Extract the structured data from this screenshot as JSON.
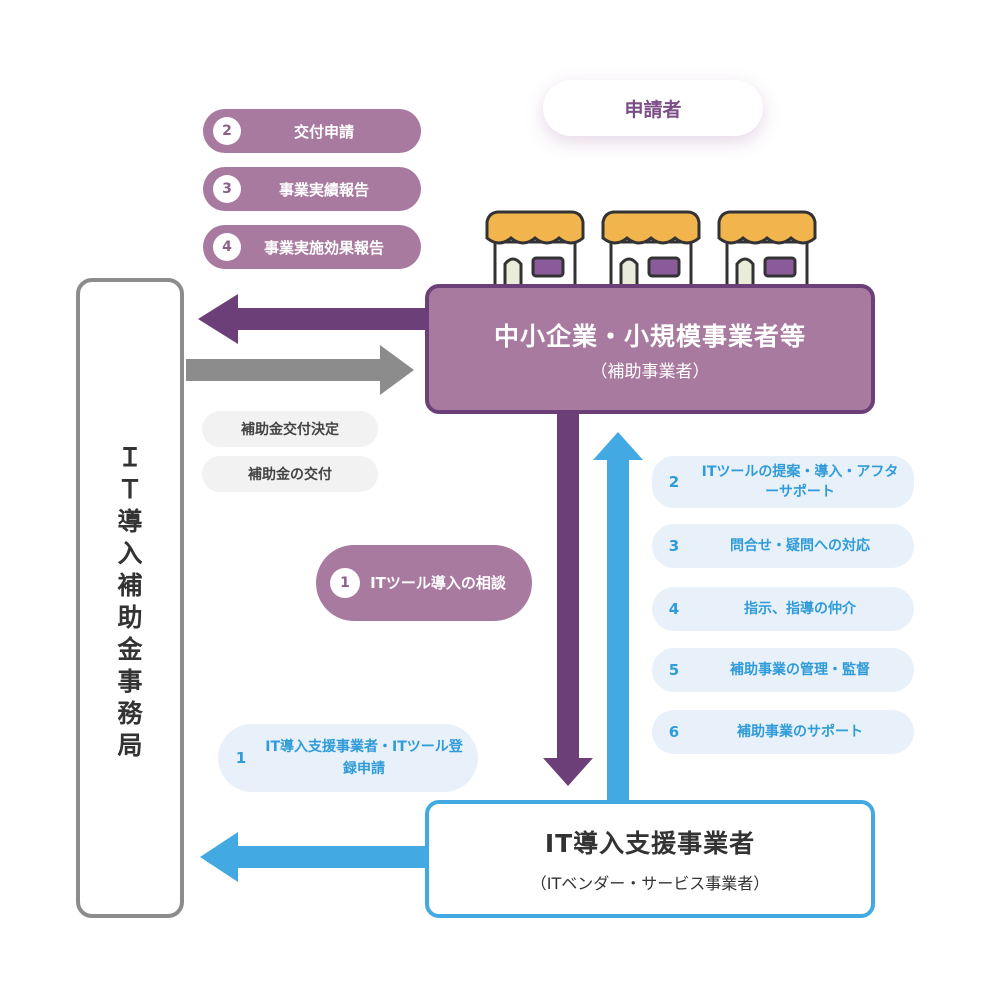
{
  "applicant": "申請者",
  "steps_top": [
    {
      "num": "2",
      "label": "交付申請"
    },
    {
      "num": "3",
      "label": "事業実績報告"
    },
    {
      "num": "4",
      "label": "事業実施効果報告"
    }
  ],
  "office": {
    "label": "ＩＴ導入補助金事務局"
  },
  "sme": {
    "title": "中小企業・小規模事業者等",
    "subtitle": "（補助事業者）"
  },
  "vendor": {
    "title": "IT導入支援事業者",
    "subtitle": "（ITベンダー・サービス事業者）"
  },
  "office_to_sme": [
    "補助金交付決定",
    "補助金の交付"
  ],
  "consult": {
    "num": "1",
    "label": "ITツール導入の相談"
  },
  "vendor_steps": [
    {
      "num": "2",
      "label": "ITツールの提案・導入・アフターサポート"
    },
    {
      "num": "3",
      "label": "問合せ・疑問への対応"
    },
    {
      "num": "4",
      "label": "指示、指導の仲介"
    },
    {
      "num": "5",
      "label": "補助事業の管理・監督"
    },
    {
      "num": "6",
      "label": "補助事業のサポート"
    }
  ],
  "vendor_registration": {
    "num": "1",
    "label": "IT導入支援事業者・ITツール登録申請"
  },
  "colors": {
    "purple": "#a87aa0",
    "dark_purple": "#6d3f78",
    "blue": "#43a9e3",
    "gray": "#8c8c8c",
    "awning": "#f2b44c"
  },
  "icons": [
    "shop-icon",
    "shop-icon",
    "shop-icon"
  ]
}
